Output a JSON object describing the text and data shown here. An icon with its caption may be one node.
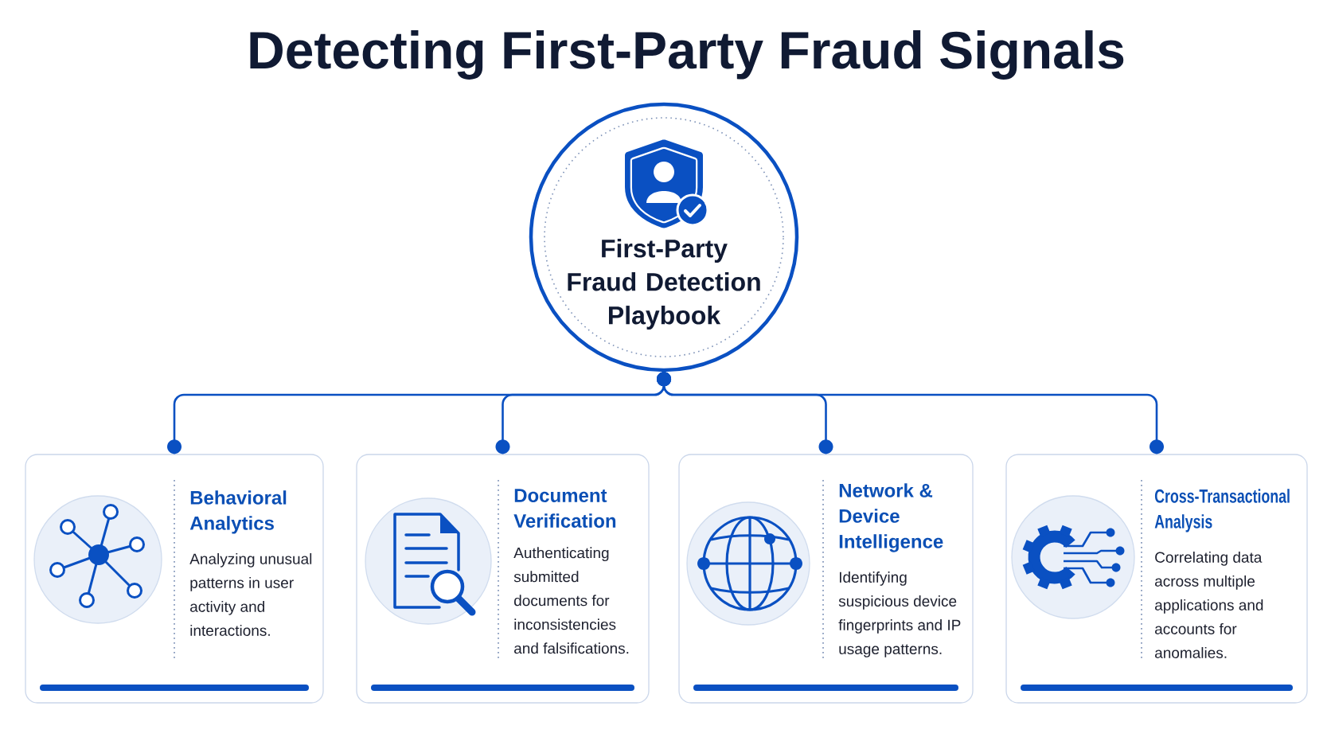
{
  "diagram": {
    "title": "Detecting First-Party Fraud Signals",
    "nodes": [
      {
        "text": [
          "First-Party Fraud Detection Playbook"
        ]
      },
      {
        "text": [
          "Behavioral Analytics",
          "Analyzing unusual patterns in user activity and interactions."
        ]
      },
      {
        "text": [
          "Document Verification",
          "Authenticating submitted documents for inconsistencies and falsifications."
        ]
      },
      {
        "text": [
          "Network & Device Intelligence",
          "Identifying suspicious device fingerprints and IP usage patterns."
        ]
      },
      {
        "text": [
          "Cross-Transactional Analysis",
          "Correlating data across multiple applications and accounts for anomalies."
        ]
      }
    ],
    "edges": [
      {
        "from": 0,
        "to": 1,
        "arrow": "other"
      },
      {
        "from": 0,
        "to": 2,
        "arrow": "other"
      },
      {
        "from": 0,
        "to": 3,
        "arrow": "other"
      },
      {
        "from": 0,
        "to": 4,
        "arrow": "other"
      }
    ]
  }
}
